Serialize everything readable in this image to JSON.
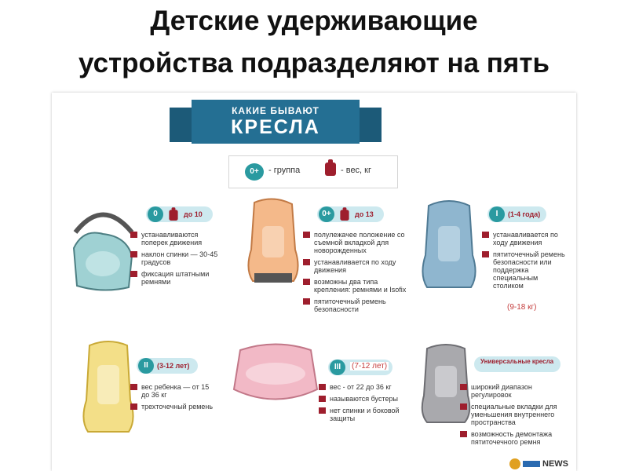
{
  "slide": {
    "title_line1": "Детские удерживающие",
    "title_line2": "устройства подразделяют на пять",
    "title_line3": "весовых групп:"
  },
  "infographic": {
    "ribbon_sub": "КАКИЕ БЫВАЮТ",
    "ribbon_main": "КРЕСЛА",
    "legend": {
      "group_badge": "0+",
      "group_text": "- группа",
      "weight_text": "- вес, кг"
    },
    "cards": [
      {
        "badge": "0",
        "tag": "до 10",
        "color": "#9fd1d3",
        "bullets": [
          "устанавливаются поперек движения",
          "наклон спинки — 30-45 градусов",
          "фиксация штатными ремнями"
        ]
      },
      {
        "badge": "0+",
        "tag": "до 13",
        "color": "#f4b98a",
        "bullets": [
          "полулежачее положение со съемной вкладкой для новорожденных",
          "устанавливается по ходу движения",
          "возможны два типа крепления: ремнями и Isofix",
          "пятиточечный ремень безопасности"
        ]
      },
      {
        "badge": "I",
        "tag": "(1-4 года)",
        "color": "#8fb6cf",
        "bullets": [
          "устанавливается по ходу движения",
          "пятиточечный ремень безопасности или поддержка специальным столиком"
        ]
      },
      {
        "badge": "II",
        "tag": "(3-12 лет)",
        "color": "#f3df88",
        "bullets": [
          "вес ребенка — от 15 до 36 кг",
          "трехточечный ремень"
        ]
      },
      {
        "badge": "III",
        "tag": "",
        "color": "#f2b9c6",
        "bullets": [
          "вес - от 22 до 36 кг",
          "называются бустеры",
          "нет спинки и боковой защиты"
        ]
      },
      {
        "badge": "",
        "tag": "Универсальные кресла",
        "color": "#a9a9ad",
        "bullets": [
          "широкий диапазон регулировок",
          "специальные вкладки для уменьшения внутреннего пространства",
          "возможность демонтажа пятиточечного ремня"
        ]
      }
    ],
    "overlay_card3": "(9-18 кг)",
    "overlay_card5": "(7-12 лет)",
    "logo_text": "NEWS"
  }
}
